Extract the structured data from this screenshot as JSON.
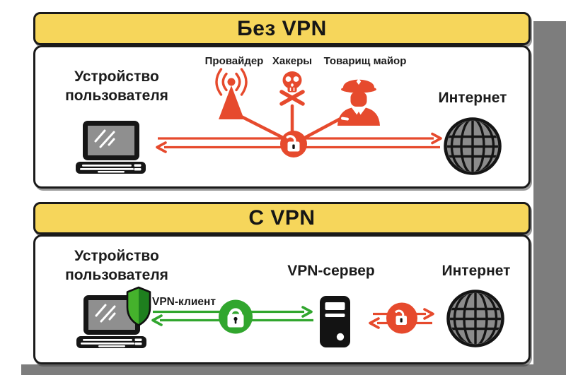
{
  "colors": {
    "header_yellow": "#F6D65B",
    "danger_red": "#E64A2D",
    "secure_green": "#31A62E",
    "globe_gray": "#8B8B8B",
    "outline_black": "#1A1A1A",
    "backdrop_gray": "#7D7D7D"
  },
  "panel_no_vpn": {
    "title": "Без VPN",
    "device_label": "Устройство\nпользователя",
    "threats": [
      {
        "label": "Провайдер",
        "icon": "radio-tower-icon"
      },
      {
        "label": "Хакеры",
        "icon": "skull-icon"
      },
      {
        "label": "Товарищ майор",
        "icon": "police-officer-icon"
      }
    ],
    "internet_label": "Интернет",
    "lock_state": "open"
  },
  "panel_vpn": {
    "title": "С VPN",
    "device_label": "Устройство\nпользователя",
    "vpn_client_label": "VPN-клиент",
    "vpn_server_label": "VPN-сервер",
    "internet_label": "Интернет",
    "tunnel_lock_state": "closed",
    "external_lock_state": "open"
  }
}
